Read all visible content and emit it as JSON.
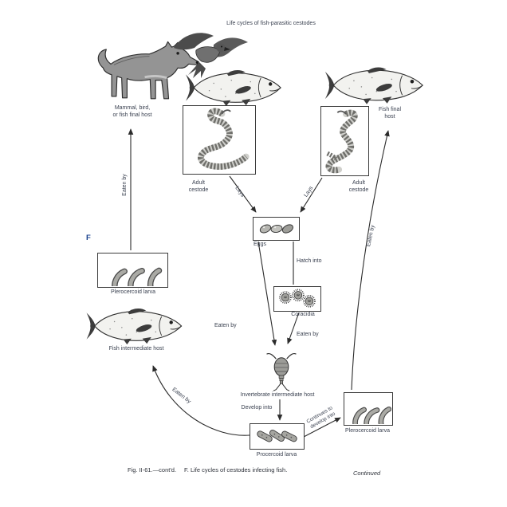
{
  "figure": {
    "title": "Life cycles of fish-parasitic cestodes",
    "panel_letter": "F",
    "hosts": {
      "mammal_final": "Mammal, bird,\nor fish final host",
      "fish_final": "Fish final\nhost",
      "fish_intermediate": "Fish intermediate host",
      "invertebrate_intermediate": "Invertebrate intermediate host"
    },
    "stages": {
      "adult_left": "Adult\ncestode",
      "adult_right": "Adult\ncestode",
      "eggs": "Eggs",
      "coracidia": "Coracidia",
      "procercoid": "Procercoid larva",
      "plerocercoid_left": "Plerocercoid larva",
      "plerocercoid_right": "Plerocercoid larva"
    },
    "edges": {
      "eaten_by_final": "Eaten by",
      "lays_left": "Lays",
      "lays_right": "Lays",
      "hatch_into": "Hatch into",
      "eaten_by_eggs": "Eaten by",
      "eaten_by_coracidia": "Eaten by",
      "develop_into": "Develop into",
      "eaten_by_intermediate_fish": "Eaten by",
      "continues_to_develop": "Continues to\ndevelop into",
      "eaten_by_final_fish": "Eaten by"
    },
    "caption": {
      "fig_label": "Fig. II-61.—cont'd.",
      "text": "F. Life cycles of cestodes infecting fish.",
      "continued": "Continued"
    },
    "illustrations": {
      "top_left": "dog",
      "top_center_upper": "osprey-bird",
      "top_center": "fish",
      "top_right": "fish",
      "middle_left": "fish",
      "boxes": "tapeworm, eggs, coracidia, procercoid larvae, plerocercoid larvae",
      "center_bottom": "copepod"
    },
    "colors": {
      "paper": "#ffffff",
      "ink": "#3a4150",
      "line": "#2b2b2b",
      "panel_letter": "#1a428f"
    }
  }
}
